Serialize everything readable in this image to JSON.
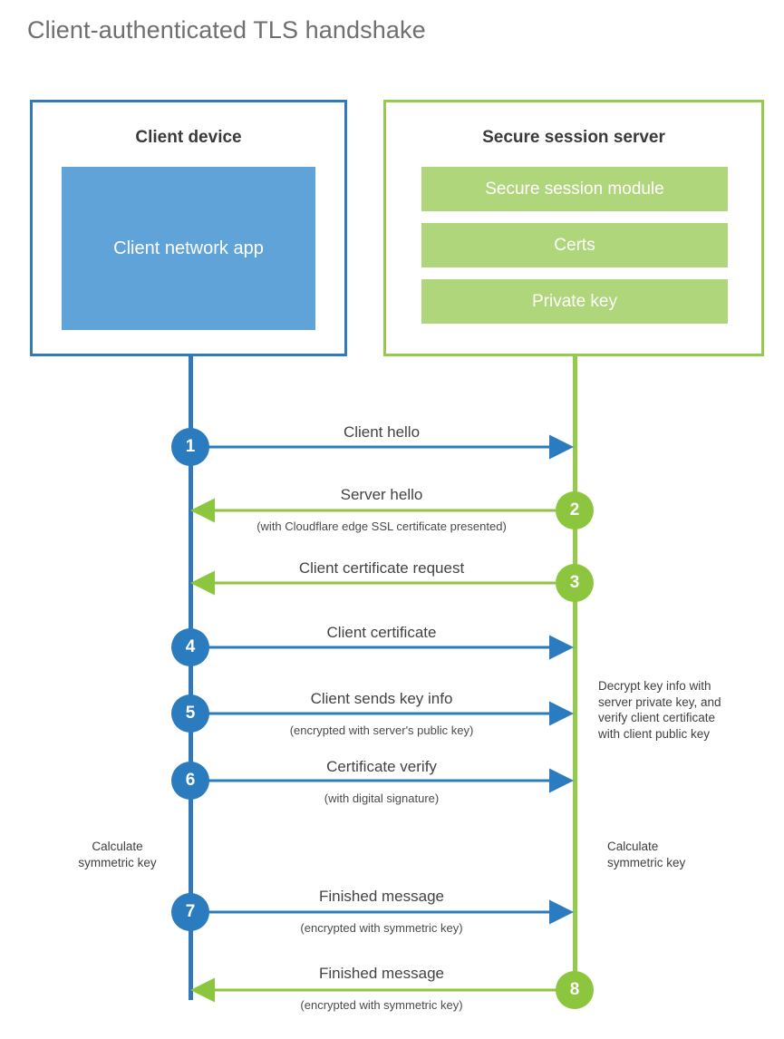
{
  "title": "Client-authenticated TLS handshake",
  "colors": {
    "client_blue": "#3279bc",
    "client_circle_blue": "#2a7cbf",
    "client_app_fill": "#60a3d9",
    "server_green": "#96ca4f",
    "server_circle_green": "#8cc63e",
    "server_bar_fill": "#b0d67b",
    "title_gray": "#6f6f6f",
    "text_gray": "#434343"
  },
  "client": {
    "title": "Client device",
    "app_label": "Client network app",
    "calc_note_line1": "Calculate",
    "calc_note_line2": "symmetric key"
  },
  "server": {
    "title": "Secure session server",
    "bars": [
      {
        "label": "Secure session module"
      },
      {
        "label": "Certs"
      },
      {
        "label": "Private key"
      }
    ],
    "decrypt_note_line1": "Decrypt key info with",
    "decrypt_note_line2": "server private key, and",
    "decrypt_note_line3": "verify client certificate",
    "decrypt_note_line4": "with client public key",
    "calc_note_line1": "Calculate",
    "calc_note_line2": "symmetric key"
  },
  "steps": [
    {
      "number": "1",
      "label": "Client hello",
      "sub": "",
      "direction": "client-to-server",
      "color": "blue"
    },
    {
      "number": "2",
      "label": "Server hello",
      "sub": "(with Cloudflare edge SSL certificate presented)",
      "direction": "server-to-client",
      "color": "green"
    },
    {
      "number": "3",
      "label": "Client certificate request",
      "sub": "",
      "direction": "server-to-client",
      "color": "green"
    },
    {
      "number": "4",
      "label": "Client certificate",
      "sub": "",
      "direction": "client-to-server",
      "color": "blue"
    },
    {
      "number": "5",
      "label": "Client sends key info",
      "sub": "(encrypted with server's public key)",
      "direction": "client-to-server",
      "color": "blue"
    },
    {
      "number": "6",
      "label": "Certificate verify",
      "sub": "(with digital signature)",
      "direction": "client-to-server",
      "color": "blue"
    },
    {
      "number": "7",
      "label": "Finished message",
      "sub": "(encrypted with symmetric key)",
      "direction": "client-to-server",
      "color": "blue"
    },
    {
      "number": "8",
      "label": "Finished message",
      "sub": "(encrypted with symmetric key)",
      "direction": "server-to-client",
      "color": "green"
    }
  ]
}
